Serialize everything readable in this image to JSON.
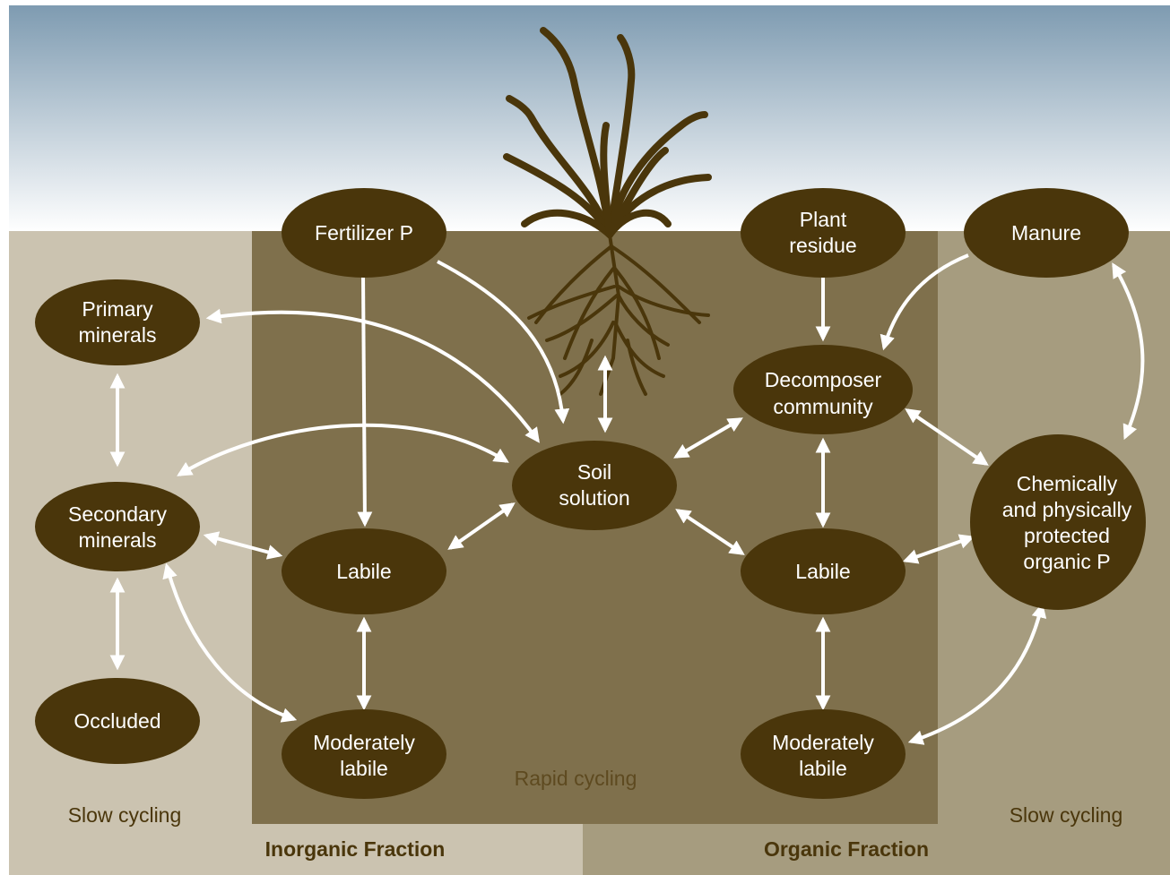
{
  "nodes": {
    "fertilizer_p": [
      "Fertilizer P"
    ],
    "plant_residue": [
      "Plant",
      "residue"
    ],
    "manure": [
      "Manure"
    ],
    "primary_minerals": [
      "Primary",
      "minerals"
    ],
    "secondary_minerals": [
      "Secondary",
      "minerals"
    ],
    "occluded": [
      "Occluded"
    ],
    "soil_solution": [
      "Soil",
      "solution"
    ],
    "decomposer_community": [
      "Decomposer",
      "community"
    ],
    "inorganic_labile": [
      "Labile"
    ],
    "organic_labile": [
      "Labile"
    ],
    "inorganic_moderately_labile": [
      "Moderately",
      "labile"
    ],
    "organic_moderately_labile": [
      "Moderately",
      "labile"
    ],
    "protected_organic_p": [
      "Chemically",
      "and physically",
      "protected",
      "organic P"
    ]
  },
  "zones": {
    "rapid": "Rapid cycling",
    "slow_left": "Slow cycling",
    "slow_right": "Slow cycling"
  },
  "fractions": {
    "inorganic": "Inorganic Fraction",
    "organic": "Organic Fraction"
  },
  "colors": {
    "sky_top": "#7e9bb1",
    "sky_bottom": "#ffffff",
    "slow_left_bg": "#cbc3b0",
    "slow_right_bg": "#a69c7f",
    "rapid_bg": "#7f704c",
    "node_fill": "#4a360b",
    "plant": "#4a360b",
    "arrow": "#ffffff",
    "zone_label_light": "#4a360b",
    "zone_label_dark": "#5e4a20"
  }
}
